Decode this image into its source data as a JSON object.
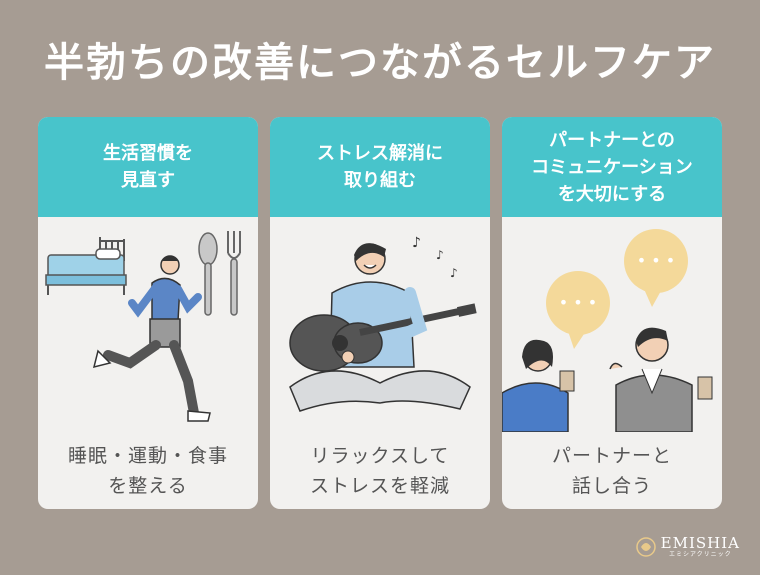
{
  "title": "半勃ちの改善につながるセルフケア",
  "cards": [
    {
      "heading": "生活習慣を\n見直す",
      "caption": "睡眠・運動・食事\nを整える",
      "icons": [
        "bed-icon",
        "runner-icon",
        "spoon-icon",
        "fork-icon"
      ]
    },
    {
      "heading": "ストレス解消に\n取り組む",
      "caption": "リラックスして\nストレスを軽減",
      "icons": [
        "guitar-player-icon",
        "music-note-icon"
      ]
    },
    {
      "heading": "パートナーとの\nコミュニケーション\nを大切にする",
      "caption": "パートナーと\n話し合う",
      "icons": [
        "speech-bubble-icon",
        "couple-icon"
      ]
    }
  ],
  "logo": {
    "name": "EMISHIA",
    "sub": "エミシアクリニック"
  },
  "colors": {
    "background": "#a69c93",
    "accent": "#48c4cb",
    "card": "#f2f1ef",
    "bubble": "#f4d99a"
  }
}
